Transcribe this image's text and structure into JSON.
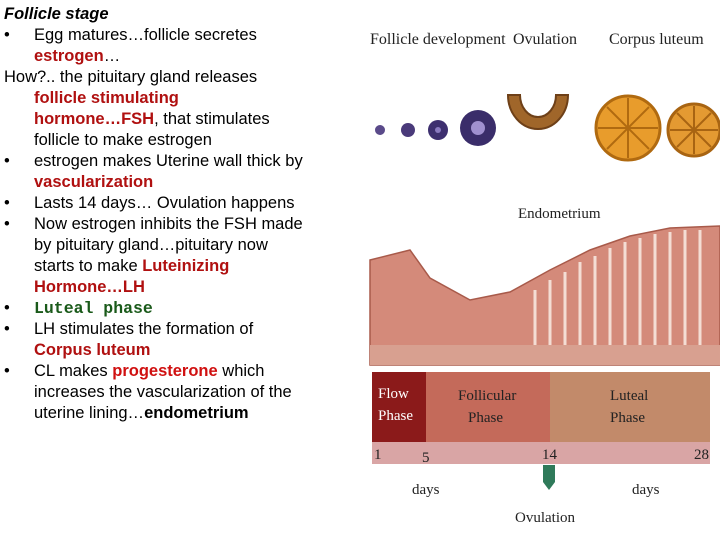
{
  "text": {
    "heading": "Follicle stage",
    "b1_l1": "Egg matures…follicle secretes",
    "b1_l2_red": "estrogen",
    "b1_l2_tail": "…",
    "how_l1": "How?.. the pituitary gland releases",
    "how_l2": "follicle stimulating",
    "how_l3_red": "hormone…FSH",
    "how_l3_tail": ", that stimulates",
    "how_l4": "follicle to make estrogen",
    "b2_l1": "estrogen makes Uterine wall thick by",
    "b2_l2": "vascularization",
    "b3_l1": "Lasts 14 days… Ovulation happens",
    "b4_l1": "Now estrogen inhibits the FSH made",
    "b4_l2": "by pituitary gland…pituitary now",
    "b4_l3_pre": "starts to make ",
    "b4_l3_red": "Luteinizing",
    "b4_l4_red": "Hormone…LH",
    "b5_l1": "Luteal phase",
    "b6_l1": "LH stimulates the formation of",
    "b6_l2": "Corpus luteum",
    "b7_l1_pre": "CL makes ",
    "b7_l1_red": "progesterone",
    "b7_l1_tail": " which",
    "b7_l2": "increases the vascularization of the",
    "b7_l3_pre": "uterine lining…",
    "b7_l3_bold": "endometrium",
    "bullet": "•"
  },
  "figure": {
    "label_follicle_dev": "Follicle development",
    "label_ovulation_top": "Ovulation",
    "label_corpus_luteum": "Corpus luteum",
    "label_endometrium": "Endometrium",
    "phase_flow": "Flow Phase",
    "phase_follicular": "Follicular Phase",
    "phase_luteal": "Luteal Phase",
    "day_1": "1",
    "day_5": "5",
    "day_14": "14",
    "day_28": "28",
    "days_left": "days",
    "days_right": "days",
    "label_ovulation_bottom": "Ovulation"
  },
  "colors": {
    "accent_red": "#b01010",
    "luteal_green": "#1a5a1a",
    "flow_phase": "#8b1a1a",
    "follicular_phase": "#c46a5a",
    "luteal_phase": "#c28a6a",
    "endometrium": "#d48a7a",
    "timeline": "#d9a5a5"
  }
}
